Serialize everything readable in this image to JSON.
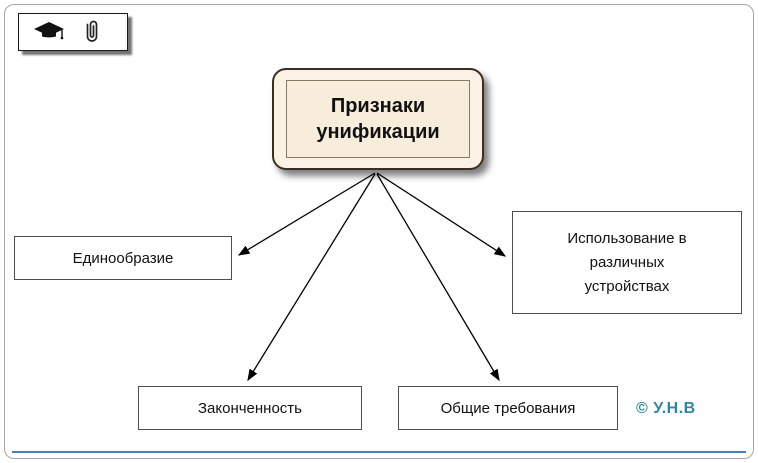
{
  "toolbar": {
    "icons": [
      {
        "name": "graduation-cap-icon"
      },
      {
        "name": "paperclip-icon"
      }
    ]
  },
  "diagram": {
    "root": {
      "label": "Признаки унификации"
    },
    "nodes": [
      {
        "id": "edinoobrazie",
        "label": "Единообразие"
      },
      {
        "id": "ispolzovanie",
        "label": "Использование в различных устройствах",
        "lines": [
          "Использование в",
          "различных",
          "устройствах"
        ]
      },
      {
        "id": "zakonchennost",
        "label": "Законченность"
      },
      {
        "id": "obshchie",
        "label": "Общие требования"
      }
    ],
    "copyright": "© У.Н.В"
  },
  "colors": {
    "frame_border": "#a6a6a6",
    "bottom_line": "#4a7ebb",
    "root_fill": "#fbf1e4",
    "root_border": "#3b2f23",
    "node_border": "#4d4d4d",
    "arrow": "#000000",
    "copyright": "#31859c"
  }
}
